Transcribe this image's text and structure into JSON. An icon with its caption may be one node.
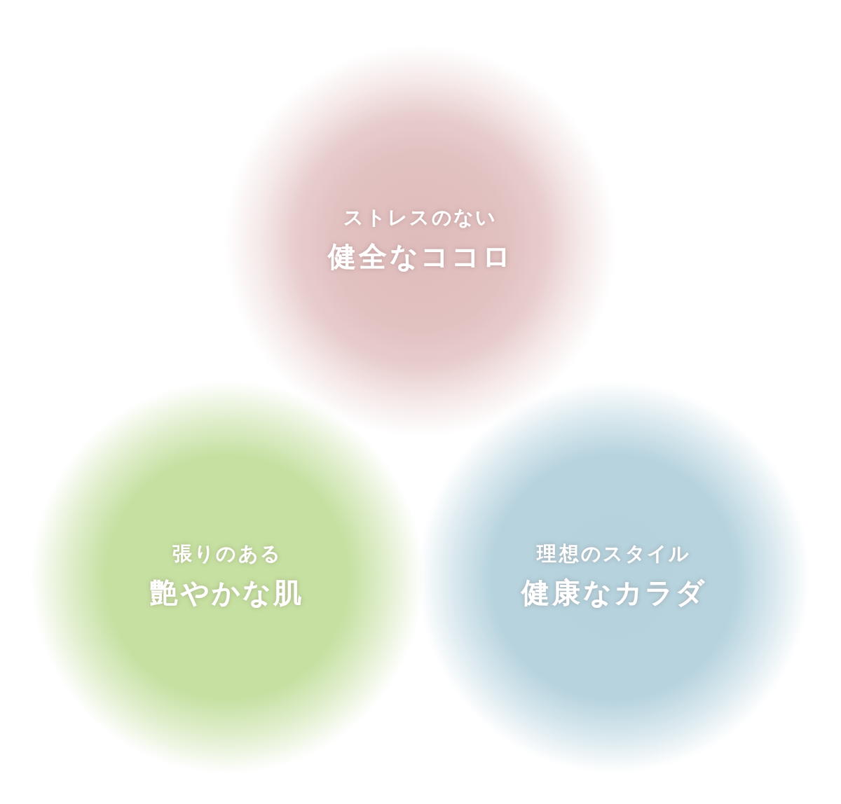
{
  "diagram": {
    "nodes": [
      {
        "text": [
          "ストレスのない",
          "健全なココロ"
        ]
      },
      {
        "text": [
          "張りのある",
          "艶やかな肌"
        ]
      },
      {
        "text": [
          "理想のスタイル",
          "健康なカラダ"
        ]
      }
    ]
  }
}
